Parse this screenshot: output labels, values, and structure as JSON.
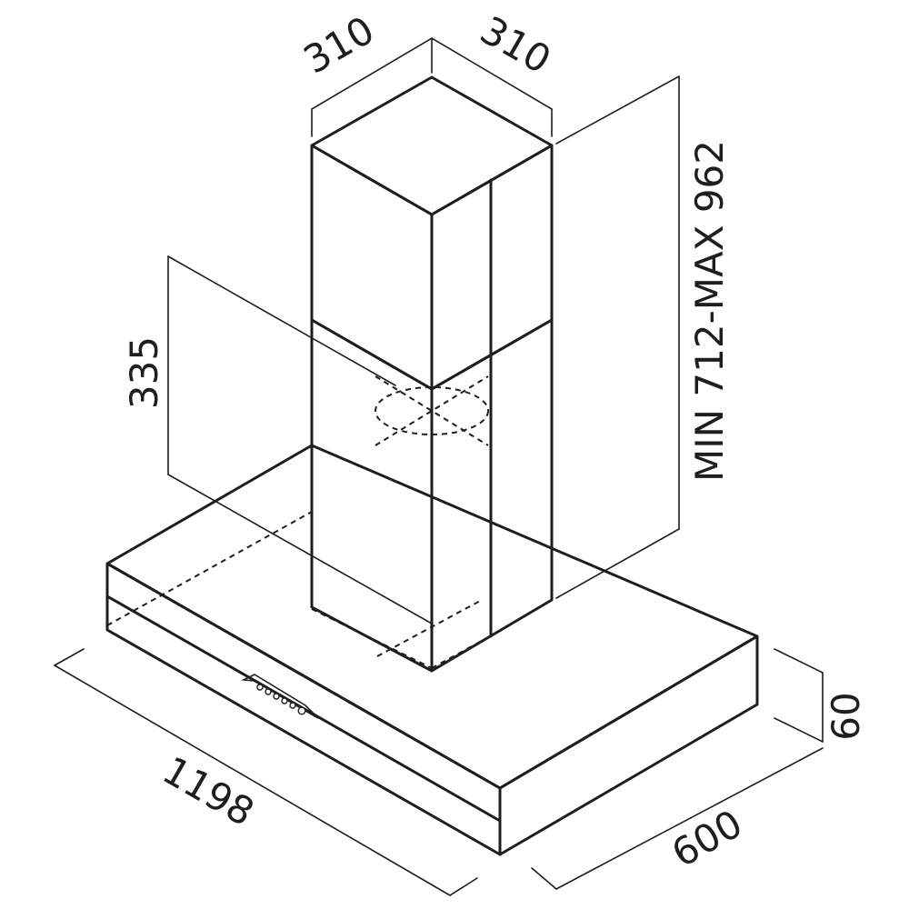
{
  "dimensions": {
    "chimney_width": "310",
    "chimney_depth": "310",
    "chimney_height": "MIN 712-MAX 962",
    "outlet_height": "335",
    "canopy_height": "60",
    "canopy_depth": "600",
    "canopy_width": "1198"
  },
  "colors": {
    "line": "#1e1e1e",
    "steel_front": "#dcdcdc",
    "background": "#ffffff"
  }
}
